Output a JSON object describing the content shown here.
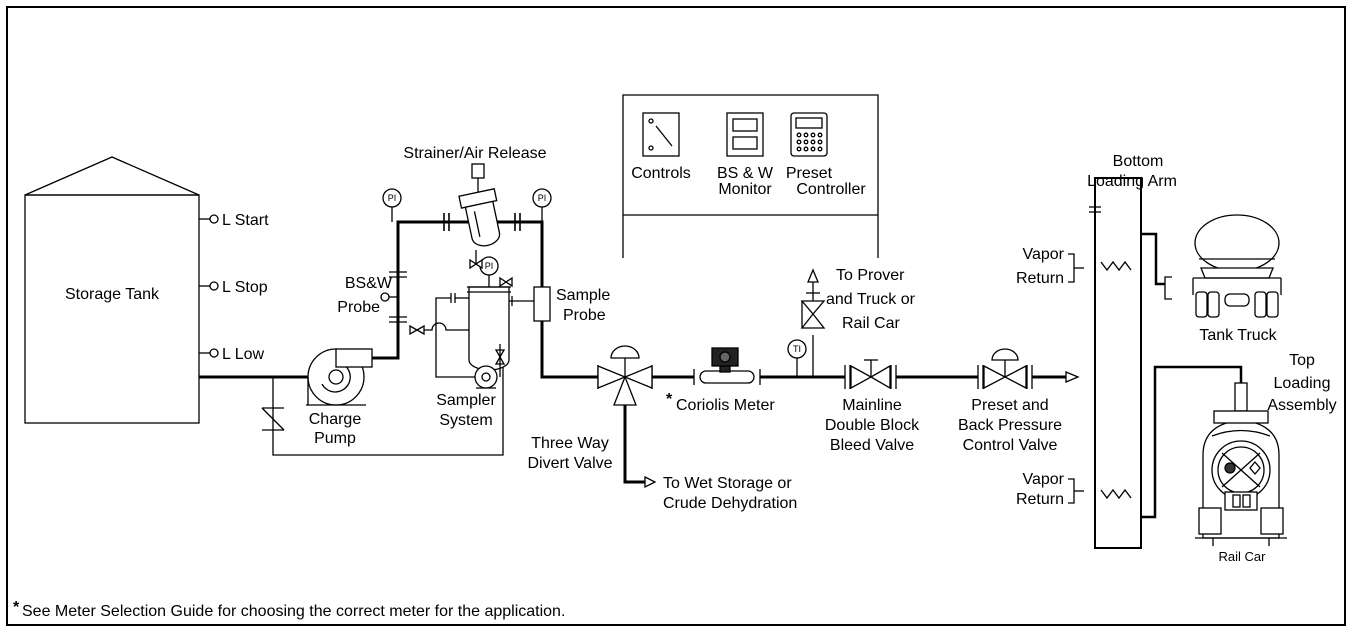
{
  "labels": {
    "storage_tank": "Storage Tank",
    "l_start": "L Start",
    "l_stop": "L Stop",
    "l_low": "L Low",
    "bsw_probe_1": "BS&W",
    "bsw_probe_2": "Probe",
    "strainer": "Strainer/Air Release",
    "sample_probe_1": "Sample",
    "sample_probe_2": "Probe",
    "charge_pump_1": "Charge",
    "charge_pump_2": "Pump",
    "sampler_1": "Sampler",
    "sampler_2": "System",
    "three_way_1": "Three Way",
    "three_way_2": "Divert Valve",
    "coriolis_star": "*",
    "coriolis": "Coriolis Meter",
    "wet_storage_1": "To Wet Storage or",
    "wet_storage_2": "Crude Dehydration",
    "controls": "Controls",
    "bsw_monitor_1": "BS & W",
    "bsw_monitor_2": "Monitor",
    "preset_ctrl_1": "Preset",
    "preset_ctrl_2": "Controller",
    "prover_1": "To Prover",
    "prover_2": "and Truck or",
    "prover_3": "Rail Car",
    "mainline_1": "Mainline",
    "mainline_2": "Double Block",
    "mainline_3": "Bleed Valve",
    "preset_valve_1": "Preset and",
    "preset_valve_2": "Back Pressure",
    "preset_valve_3": "Control Valve",
    "bottom_arm_1": "Bottom",
    "bottom_arm_2": "Loading Arm",
    "vapor_return_1a": "Vapor",
    "vapor_return_1b": "Return",
    "vapor_return_2a": "Vapor",
    "vapor_return_2b": "Return",
    "tank_truck": "Tank Truck",
    "top_loading_1": "Top",
    "top_loading_2": "Loading",
    "top_loading_3": "Assembly",
    "rail_car": "Rail Car",
    "pi_tag": "PI",
    "ti_tag": "TI",
    "footnote_star": "*",
    "footnote": "See Meter Selection Guide for choosing the correct meter for the application."
  }
}
